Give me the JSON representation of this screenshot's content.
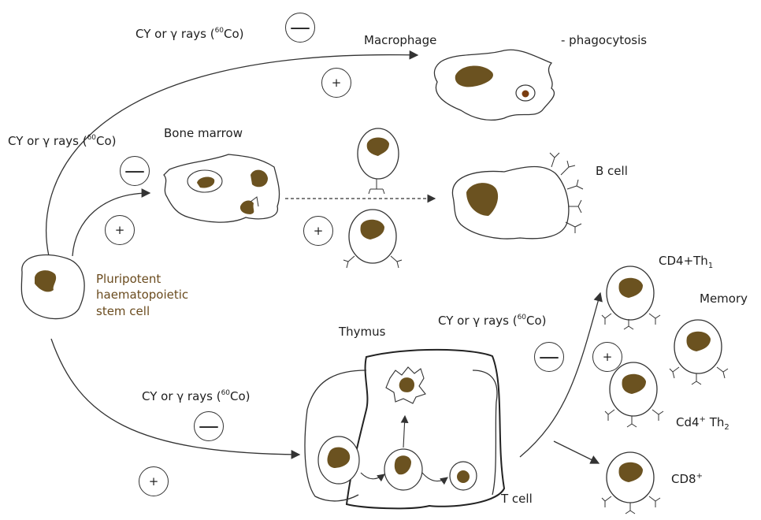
{
  "nodes": {
    "stem_cell": "Pluripotent haematopoietic stem cell",
    "stem_cell_lines": [
      "Pluripotent",
      "haematopoietic",
      "stem cell"
    ],
    "bone_marrow": "Bone marrow",
    "macrophage": "Macrophage",
    "phagocytosis": "- phagocytosis",
    "b_cell": "B cell",
    "thymus": "Thymus",
    "t_cell": "T cell",
    "cd4_th1": "CD4+Th",
    "cd4_th1_sub": "1",
    "memory": "Memory",
    "cd4_th2": "Cd4",
    "cd4_th2_sup": "+",
    "cd4_th2_suffix": " Th",
    "cd4_th2_sub": "2",
    "cd8": "CD8",
    "cd8_sup": "+"
  },
  "treatments": {
    "prefix": "CY or γ rays (",
    "isotope_mass": "60",
    "isotope": "Co)",
    "minus": "—",
    "plus": "+"
  },
  "colors": {
    "nucleus": "#6b5220",
    "outline": "#2b2b2b",
    "label_brown": "#6a4b1e"
  }
}
